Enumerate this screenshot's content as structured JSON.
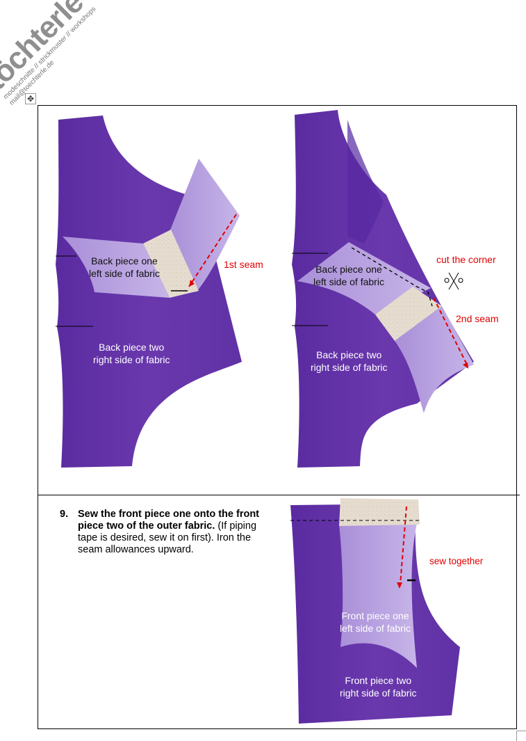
{
  "logo": {
    "word": "töchterle",
    "tagline_1": "modeschnitte // strickmuster // workshops",
    "tagline_2": "mail@toechterle.de"
  },
  "figure_1": {
    "piece_top": "Back piece one\nleft side of fabric",
    "piece_top_l1": "Back piece one",
    "piece_top_l2": "left side of fabric",
    "piece_bottom_l1": "Back piece two",
    "piece_bottom_l2": "right side of fabric",
    "annotation": "1st seam"
  },
  "figure_2": {
    "piece_top_l1": "Back piece one",
    "piece_top_l2": "left side of fabric",
    "piece_bottom_l1": "Back piece two",
    "piece_bottom_l2": "right side of fabric",
    "annotation_cut": "cut the corner",
    "annotation_seam": "2nd seam"
  },
  "step_9": {
    "number": "9.",
    "bold_text": "Sew the front piece one onto the front piece two of the outer fabric.",
    "normal_text": " (If piping tape is desired, sew it on first). Iron the seam allowances upward."
  },
  "figure_3": {
    "piece_top_l1": "Front piece one",
    "piece_top_l2": "left side of fabric",
    "piece_bottom_l1": "Front piece two",
    "piece_bottom_l2": "right side of fabric",
    "annotation": "sew together"
  },
  "colors": {
    "dark_purple": "#6535a8",
    "light_purple": "#b9a3e0",
    "lining": "#e6ddd0",
    "annotation_red": "#e00000"
  }
}
